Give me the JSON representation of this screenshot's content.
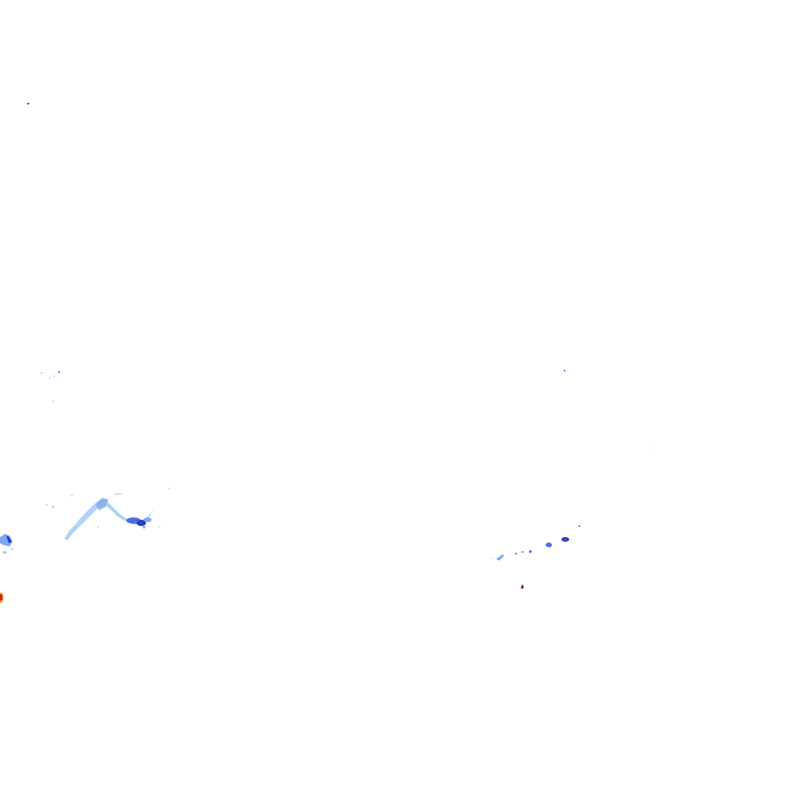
{
  "map": {
    "type": "precipitation-radar-tile",
    "background": "#ffffff",
    "legend_colors": {
      "very_light": "#c6e2fb",
      "light": "#9fcdf5",
      "moderate": "#7aa9ee",
      "heavy": "#4f6be8",
      "very_heavy": "#2a3fcf",
      "intense": "#f0c030",
      "extreme": "#d02020",
      "core": "#6b0a1a"
    },
    "echo_regions": [
      {
        "name": "north-west-speck",
        "intensity": "core"
      },
      {
        "name": "west-scatter",
        "intensity": "light"
      },
      {
        "name": "south-west-band",
        "intensity": "heavy"
      },
      {
        "name": "west-edge-cell",
        "intensity": "very_heavy"
      },
      {
        "name": "west-edge-core",
        "intensity": "extreme"
      },
      {
        "name": "east-speck",
        "intensity": "heavy"
      },
      {
        "name": "south-east-band",
        "intensity": "heavy"
      },
      {
        "name": "south-east-core",
        "intensity": "core"
      }
    ]
  }
}
